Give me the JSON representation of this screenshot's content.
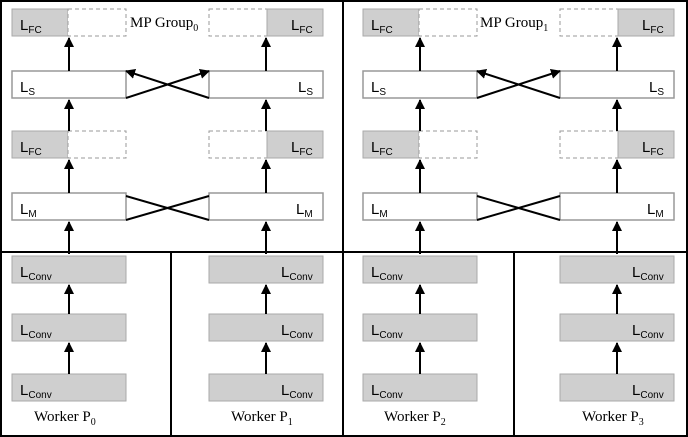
{
  "layers": {
    "fc": {
      "main": "L",
      "sub": "FC"
    },
    "s": {
      "main": "L",
      "sub": "S"
    },
    "m": {
      "main": "L",
      "sub": "M"
    },
    "conv": {
      "main": "L",
      "sub": "Conv"
    }
  },
  "groups": [
    {
      "main": "MP Group",
      "sub": "0"
    },
    {
      "main": "MP Group",
      "sub": "1"
    }
  ],
  "workers": [
    {
      "main": "Worker P",
      "sub": "0"
    },
    {
      "main": "Worker P",
      "sub": "1"
    },
    {
      "main": "Worker P",
      "sub": "2"
    },
    {
      "main": "Worker P",
      "sub": "3"
    }
  ]
}
